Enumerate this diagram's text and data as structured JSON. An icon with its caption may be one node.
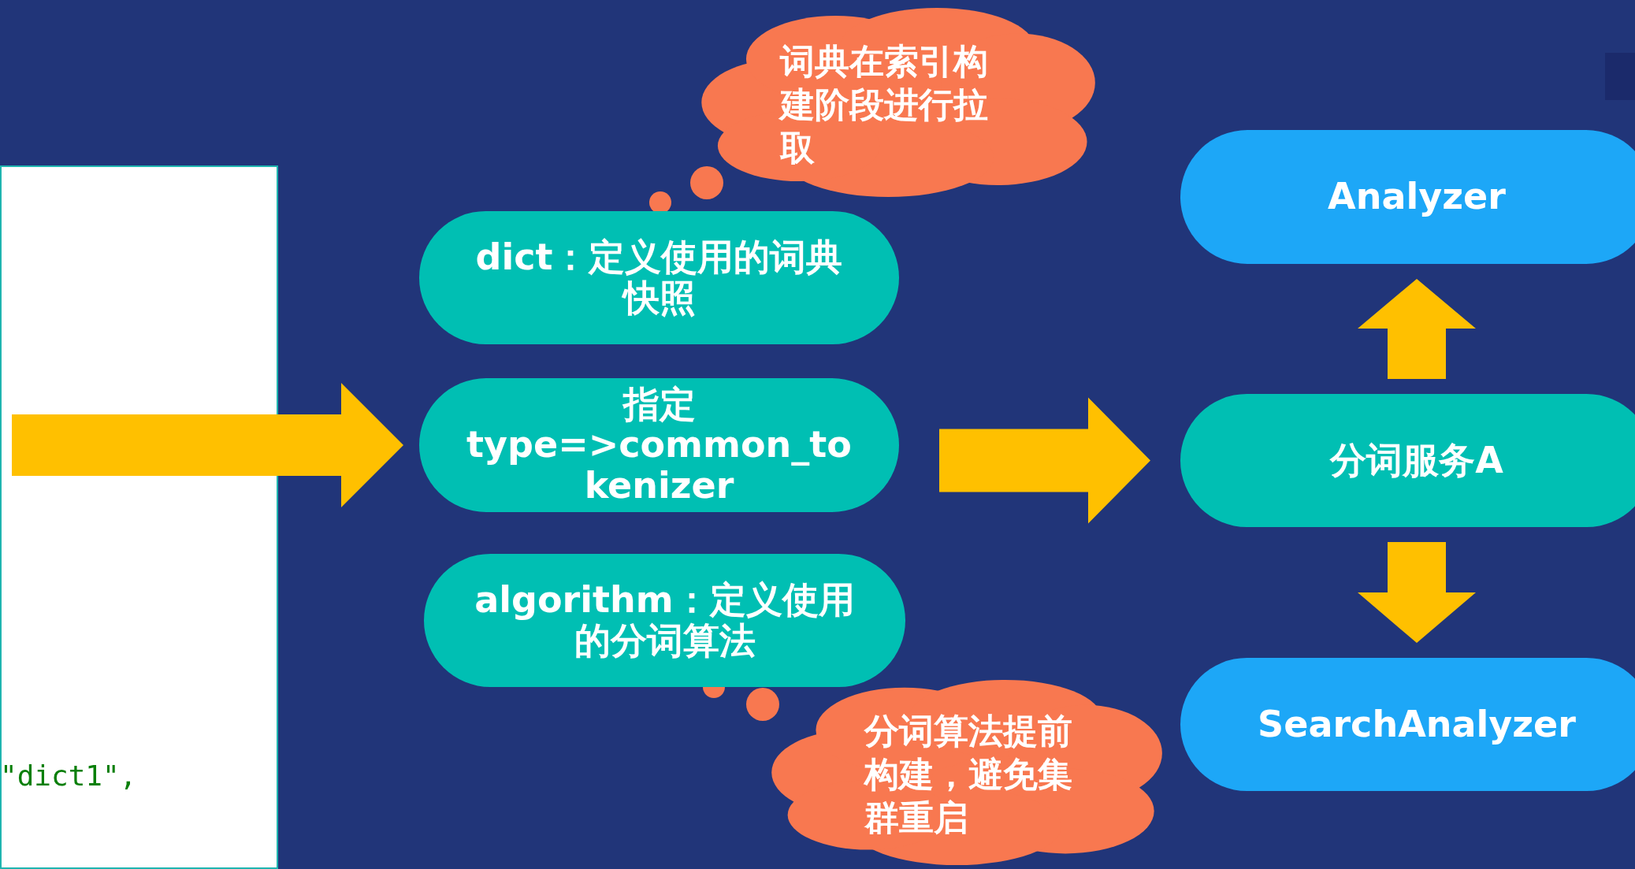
{
  "diagram": {
    "nodes": [
      {
        "text": [
          "\"dict1\","
        ]
      },
      {
        "text": [
          "词典在索引构建阶段进行拉取"
        ]
      },
      {
        "text": [
          "dict：定义使用的词典快照"
        ]
      },
      {
        "text": [
          "指定 type=>common_tokenizer"
        ]
      },
      {
        "text": [
          "algorithm：定义使用的分词算法"
        ]
      },
      {
        "text": [
          "分词算法提前构建，避免集群重启"
        ]
      },
      {
        "text": [
          "Analyzer"
        ]
      },
      {
        "text": [
          "分词服务A"
        ]
      },
      {
        "text": [
          "SearchAnalyzer"
        ]
      }
    ],
    "edges": [
      {
        "from": 0,
        "to": 3,
        "arrow": "to"
      },
      {
        "from": 3,
        "to": 7,
        "arrow": "to"
      },
      {
        "from": 7,
        "to": 6,
        "arrow": "to"
      },
      {
        "from": 7,
        "to": 8,
        "arrow": "to"
      }
    ]
  }
}
